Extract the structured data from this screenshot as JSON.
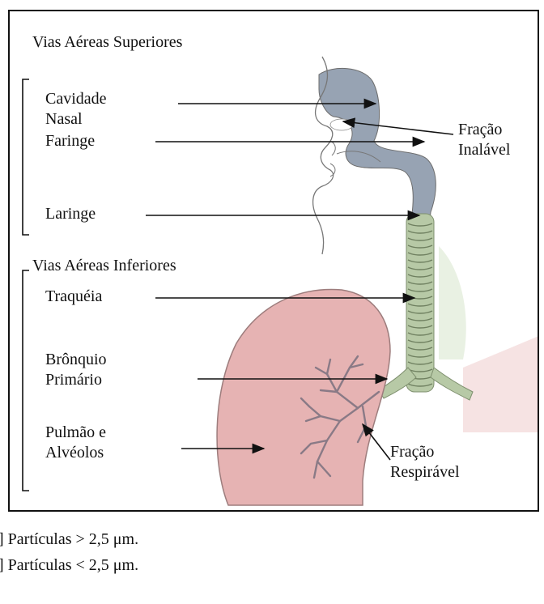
{
  "diagram": {
    "section_upper": "Vias Aéreas Superiores",
    "section_lower": "Vias Aéreas Inferiores",
    "labels": {
      "nasal_cavity": "Cavidade\nNasal",
      "pharynx": "Faringe",
      "larynx": "Laringe",
      "trachea": "Traquéia",
      "primary_bronchus": "Brônquio\nPrimário",
      "lung_alveoli": "Pulmão e\nAlvéolos",
      "inhalable_fraction": "Fração\nInalável",
      "respirable_fraction": "Fração\nRespirável"
    }
  },
  "notes": [
    "]  Partículas > 2,5 μm.",
    "]  Partículas < 2,5 μm."
  ],
  "colors": {
    "upper_airway": "#97a3b3",
    "trachea": "#a9bf96",
    "lung_fill": "#e6b3b3",
    "lung_outline": "#9d7d7d",
    "bronchi": "#8a7a86",
    "outline": "#6d6d6d"
  }
}
